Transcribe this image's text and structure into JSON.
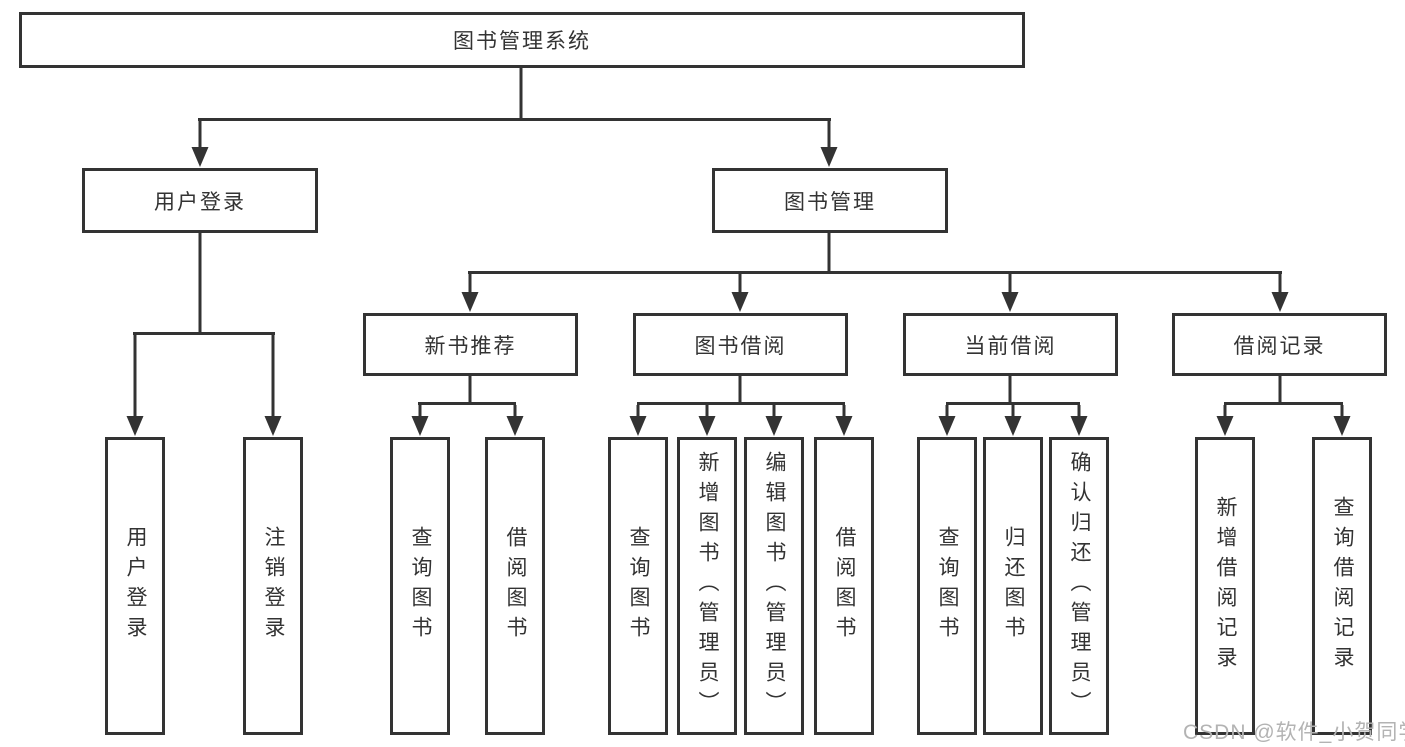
{
  "nodes": {
    "root": {
      "label": "图书管理系统"
    },
    "user_login": {
      "label": "用户登录"
    },
    "book_management": {
      "label": "图书管理"
    },
    "new_book_recommend": {
      "label": "新书推荐"
    },
    "book_borrow": {
      "label": "图书借阅"
    },
    "current_borrow": {
      "label": "当前借阅"
    },
    "borrow_records": {
      "label": "借阅记录"
    },
    "leaves": {
      "user_login": {
        "label": "用户登录"
      },
      "logout": {
        "label": "注销登录"
      },
      "query_book_recommend": {
        "label": "查询图书"
      },
      "borrow_book_recommend": {
        "label": "借阅图书"
      },
      "query_book_borrow": {
        "label": "查询图书"
      },
      "add_book_admin": {
        "label": "新增图书（管理员）"
      },
      "edit_book_admin": {
        "label": "编辑图书（管理员）"
      },
      "borrow_book_borrow": {
        "label": "借阅图书"
      },
      "query_book_current": {
        "label": "查询图书"
      },
      "return_book": {
        "label": "归还图书"
      },
      "confirm_return_admin": {
        "label": "确认归还（管理员）"
      },
      "add_borrow_record": {
        "label": "新增借阅记录"
      },
      "query_borrow_record": {
        "label": "查询借阅记录"
      }
    },
    "hierarchy": {
      "图书管理系统": [
        "用户登录",
        "图书管理"
      ],
      "用户登录": [
        "用户登录",
        "注销登录"
      ],
      "图书管理": [
        "新书推荐",
        "图书借阅",
        "当前借阅",
        "借阅记录"
      ],
      "新书推荐": [
        "查询图书",
        "借阅图书"
      ],
      "图书借阅": [
        "查询图书",
        "新增图书（管理员）",
        "编辑图书（管理员）",
        "借阅图书"
      ],
      "当前借阅": [
        "查询图书",
        "归还图书",
        "确认归还（管理员）"
      ],
      "借阅记录": [
        "新增借阅记录",
        "查询借阅记录"
      ]
    }
  },
  "watermark": "CSDN @软件_小贺同学",
  "colors": {
    "line": "#333333",
    "box_border": "#333333",
    "text": "#333333",
    "watermark": "#b3b3b3",
    "background": "#ffffff"
  }
}
